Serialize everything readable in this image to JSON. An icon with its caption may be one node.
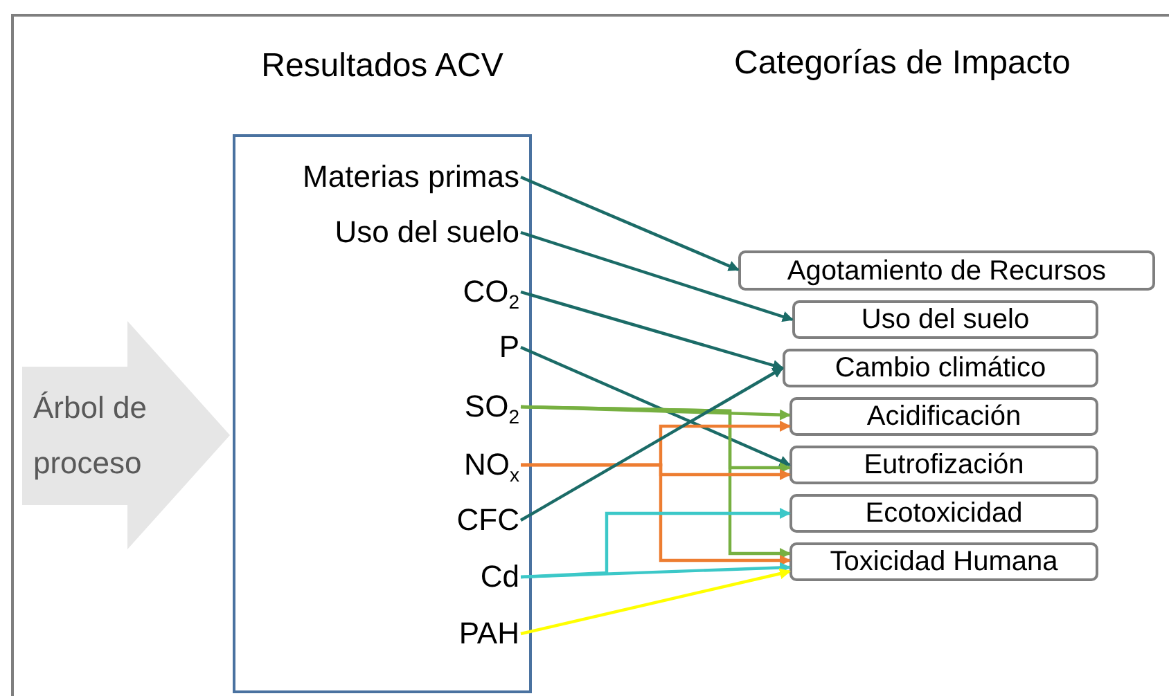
{
  "diagram": {
    "nodes": [
      {
        "text": [
          "Árbol de proceso"
        ]
      },
      {
        "text": [
          "Resultados ACV"
        ]
      },
      {
        "text": [
          "Materias primas"
        ],
        "in": 1
      },
      {
        "text": [
          "Uso del suelo"
        ],
        "in": 1
      },
      {
        "text": [
          "CO$_{2}$"
        ],
        "in": 1
      },
      {
        "text": [
          "P"
        ],
        "in": 1
      },
      {
        "text": [
          "SO$_{2}$"
        ],
        "in": 1
      },
      {
        "text": [
          "NO$_{x}$"
        ],
        "in": 1
      },
      {
        "text": [
          "CFC"
        ],
        "in": 1
      },
      {
        "text": [
          "Cd"
        ],
        "in": 1
      },
      {
        "text": [
          "PAH"
        ],
        "in": 1
      },
      {
        "text": [
          "Agotamiento de Recursos"
        ]
      },
      {
        "text": [
          "Uso del suelo"
        ]
      },
      {
        "text": [
          "Cambio climático"
        ]
      },
      {
        "text": [
          "Acidificación"
        ]
      },
      {
        "text": [
          "Eutrofización"
        ]
      },
      {
        "text": [
          "Ecotoxicidad"
        ]
      },
      {
        "text": [
          "Toxicidad Humana"
        ]
      }
    ],
    "edges": [
      {
        "from": 2,
        "to": 11,
        "arrow": "to"
      },
      {
        "from": 3,
        "to": 12,
        "arrow": "to"
      },
      {
        "from": 4,
        "to": 13,
        "arrow": "to"
      },
      {
        "from": 5,
        "to": 15,
        "arrow": "to"
      },
      {
        "from": 6,
        "to": 14,
        "arrow": "to",
        "color": "#77b041"
      },
      {
        "from": 6,
        "to": 15,
        "arrow": "to",
        "color": "#77b041"
      },
      {
        "from": 6,
        "to": 17,
        "arrow": "to",
        "color": "#77b041"
      },
      {
        "from": 7,
        "to": 14,
        "arrow": "to",
        "color": "#ed7d31"
      },
      {
        "from": 7,
        "to": 15,
        "arrow": "to",
        "color": "#ed7d31"
      },
      {
        "from": 7,
        "to": 17,
        "arrow": "to",
        "color": "#ed7d31"
      },
      {
        "from": 8,
        "to": 13,
        "arrow": "to"
      },
      {
        "from": 9,
        "to": 16,
        "arrow": "to",
        "color": "#3cc8c8"
      },
      {
        "from": 9,
        "to": 17,
        "arrow": "to",
        "color": "#3cc8c8"
      },
      {
        "from": 10,
        "to": 17,
        "arrow": "to",
        "color": "#ffff00"
      }
    ],
    "labels": [
      "Categorías de Impacto"
    ]
  }
}
